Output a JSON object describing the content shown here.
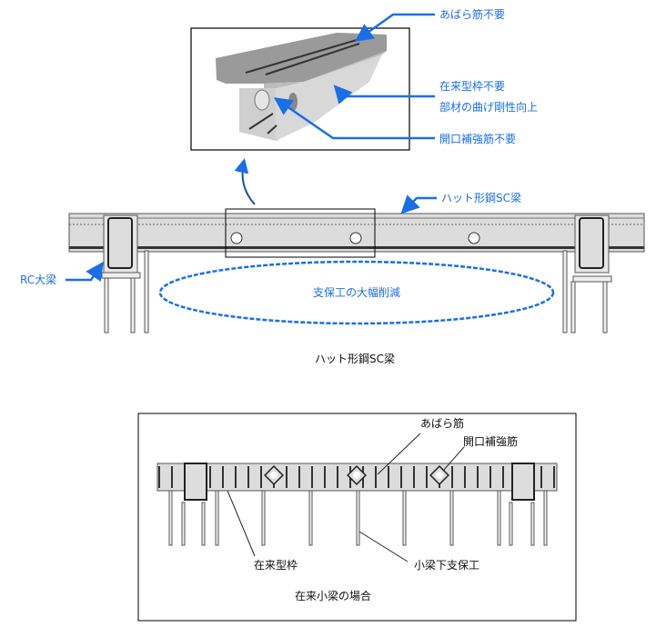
{
  "top_figure": {
    "inset_labels": {
      "no_stirrups": "あばら筋不要",
      "no_formwork": "在来型枠不要",
      "stiffness_up": "部材の曲げ剛性向上",
      "no_opening_rebar": "開口補強筋不要"
    },
    "beam_label": "ハット形鋼SC梁",
    "rc_girder_label": "RC大梁",
    "shoring_label": "支保工の大幅削減",
    "caption": "ハット形鋼SC梁"
  },
  "bottom_figure": {
    "stirrups_label": "あばら筋",
    "opening_rebar_label": "開口補強筋",
    "formwork_label": "在来型枠",
    "shoring_label": "小梁下支保工",
    "caption": "在来小梁の場合"
  },
  "colors": {
    "accent": "#1a6fe6"
  }
}
